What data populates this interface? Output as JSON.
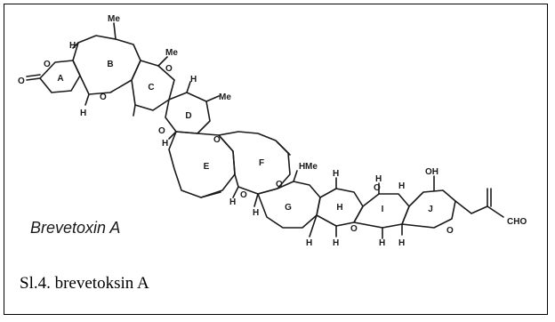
{
  "figure": {
    "compound_name": "Brevetoxin A",
    "caption": "Sl.4. brevetoksin A",
    "ring_labels": [
      "A",
      "B",
      "C",
      "D",
      "E",
      "F",
      "G",
      "H",
      "I",
      "J"
    ],
    "substituents": {
      "me": "Me",
      "oh": "OH",
      "cho": "CHO",
      "h": "H",
      "o": "O"
    }
  }
}
